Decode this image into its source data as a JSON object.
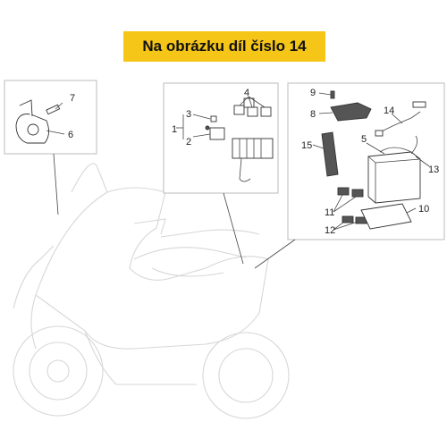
{
  "banner": {
    "text": "Na obrázku díl číslo 14",
    "color": "#f5c518"
  },
  "callouts": {
    "n1": "1",
    "n2": "2",
    "n3": "3",
    "n4": "4",
    "n5": "5",
    "n6": "6",
    "n7": "7",
    "n8": "8",
    "n9": "9",
    "n10": "10",
    "n11": "11",
    "n12": "12",
    "n13": "13",
    "n14": "14",
    "n15": "15"
  }
}
